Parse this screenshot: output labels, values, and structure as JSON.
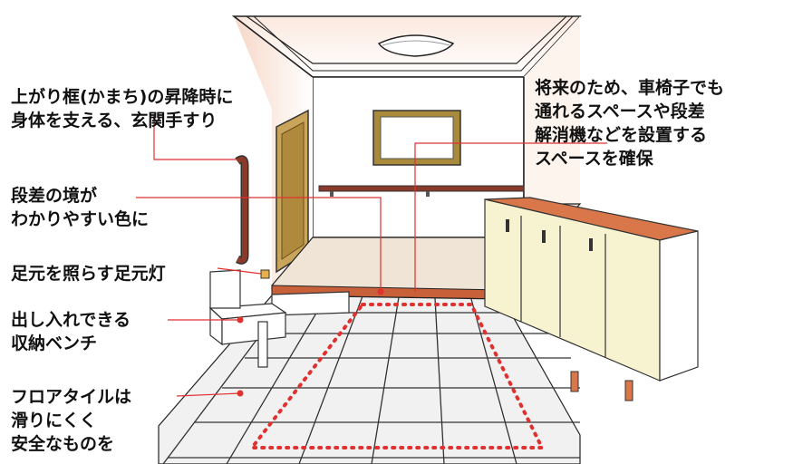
{
  "labels": {
    "handrail": [
      "上がり框(かまち)の昇降時に",
      "身体を支える、玄関手すり"
    ],
    "step_color": [
      "段差の境が",
      "わかりやすい色に"
    ],
    "foot_light": [
      "足元を照らす足元灯"
    ],
    "bench": [
      "出し入れできる",
      "収納ベンチ"
    ],
    "floor_tile": [
      "フロアタイルは",
      "滑りにくく",
      "安全なものを"
    ],
    "future_space": [
      "将来のため、車椅子でも",
      "通れるスペースや段差",
      "解消機などを設置する",
      "スペースを確保"
    ]
  },
  "colors": {
    "leader_line": "#e03030",
    "marker_dot": "#e03030",
    "step_edge": "#c8603a",
    "cabinet_top": "#d9774a",
    "cabinet_body": "#f7f2cf",
    "door": "#b08a3c",
    "handrail": "#8a3a2a",
    "floor_tile": "#f1f1f1",
    "wall": "#ffffff",
    "ceiling_glow": "#f3d2c0"
  }
}
